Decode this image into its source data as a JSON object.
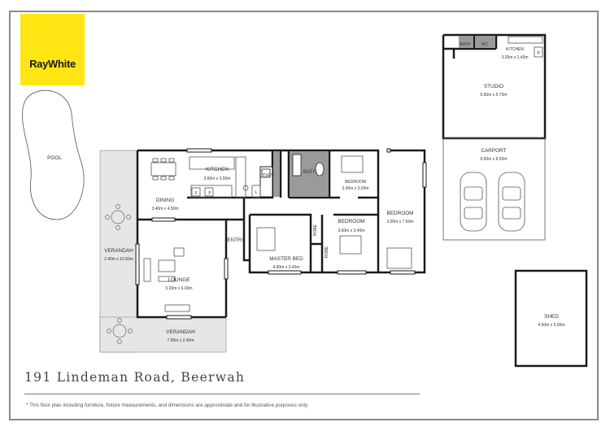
{
  "brand": {
    "name": "RayWhite",
    "color": "#ffe512"
  },
  "address": "191 Lindeman Road, Beerwah",
  "disclaimer": "* This floor plan including furniture, fixture measurements, and dimensions are approximate and for illustrative purposes only.",
  "colors": {
    "wall": "#1a1a1a",
    "wet_area": "#9a9a9a",
    "outdoor": "#e6e6e6",
    "frame": "#8a8a8a"
  },
  "rooms": {
    "pool": {
      "name": "POOL"
    },
    "dining": {
      "name": "DINING",
      "size": "3.40m x 4.50m"
    },
    "kitchen": {
      "name": "KITCHEN",
      "size": "3.60m x 3.00m"
    },
    "laundry": {
      "name": "L'DRY"
    },
    "bath": {
      "name": "BATH"
    },
    "bedroom_small": {
      "name": "BEDROOM",
      "size": "3.00m x 3.00m"
    },
    "bedroom_large": {
      "name": "BEDROOM",
      "size": "3.00m x 7.60m"
    },
    "bedroom_mid": {
      "name": "BEDROOM",
      "size": "3.60m x 3.40m"
    },
    "master_bed": {
      "name": "MASTER BED",
      "size": "4.60m x 3.40m"
    },
    "robe_1": {
      "name": "ROBE"
    },
    "robe_2": {
      "name": "ROBE"
    },
    "entry": {
      "name": "ENTRY"
    },
    "lounge": {
      "name": "LOUNGE",
      "size": "5.20m x 6.00m"
    },
    "verandah_side": {
      "name": "VERANDAH",
      "size": "2.40m x 10.60m"
    },
    "verandah_front": {
      "name": "VERANDAH",
      "size": "7.90m x 2.40m"
    },
    "studio": {
      "name": "STUDIO",
      "size": "6.50m x 5.70m"
    },
    "studio_kitchen": {
      "name": "KITCHEN",
      "size": "3.20m x 1.40m"
    },
    "studio_bath": {
      "name": "BATH"
    },
    "studio_wc": {
      "name": "WC"
    },
    "carport": {
      "name": "CARPORT",
      "size": "6.50m x 6.50m"
    },
    "shed": {
      "name": "SHED",
      "size": "4.50m x 6.00m"
    }
  },
  "fixtures": {
    "fridge": "F",
    "pantry": "P",
    "linen": "L",
    "studio_pantry": "P"
  }
}
